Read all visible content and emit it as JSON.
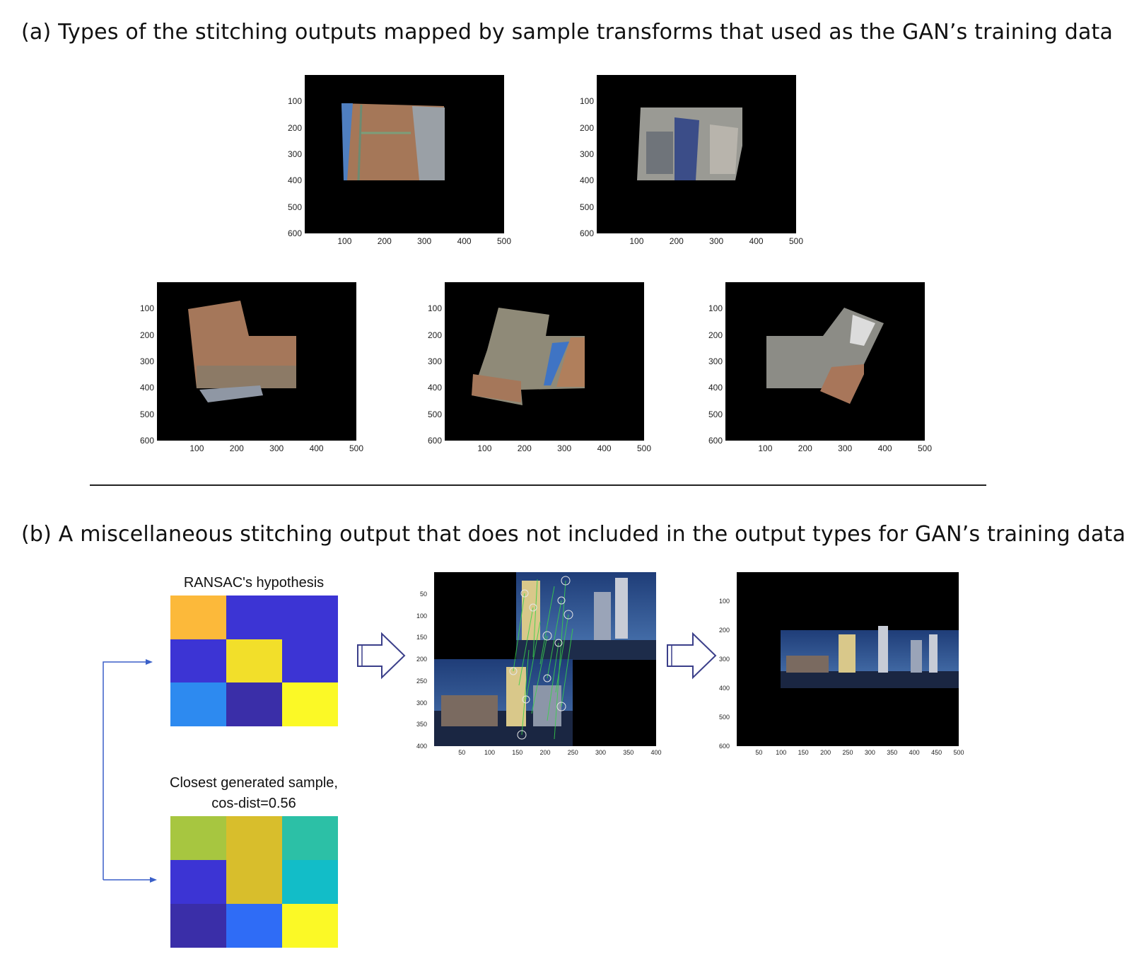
{
  "captions": {
    "a": "(a) Types of the stitching outputs mapped by sample transforms that used as the GAN’s training data",
    "b": "(b) A miscellaneous stitching output that does not included in the output types for GAN’s training data"
  },
  "panel_a_plots": {
    "y_ticks": [
      "100",
      "200",
      "300",
      "400",
      "500",
      "600"
    ],
    "x_ticks": [
      "100",
      "200",
      "300",
      "400",
      "500"
    ]
  },
  "panel_b": {
    "ransac": {
      "title": "RANSAC's hypothesis",
      "cells": [
        "#fcb93a",
        "#3c34d4",
        "#3c34d4",
        "#3c34d4",
        "#f2df2a",
        "#3c34d4",
        "#2d8af0",
        "#3a2ea8",
        "#fbf926"
      ]
    },
    "closest": {
      "title_line1": "Closest generated sample,",
      "title_line2": "cos-dist=0.56",
      "cells": [
        "#a7c640",
        "#d8be2c",
        "#2cc0a6",
        "#3c34d4",
        "#d8be2c",
        "#12bdc8",
        "#3a2ea8",
        "#2f6cf6",
        "#fbf926"
      ]
    },
    "match_plot": {
      "y_ticks": [
        "50",
        "100",
        "150",
        "200",
        "250",
        "300",
        "350",
        "400"
      ],
      "x_ticks": [
        "50",
        "100",
        "150",
        "200",
        "250",
        "300",
        "350",
        "400"
      ]
    },
    "result_plot": {
      "y_ticks": [
        "100",
        "200",
        "300",
        "400",
        "500",
        "600"
      ],
      "x_ticks": [
        "50",
        "100",
        "150",
        "200",
        "250",
        "300",
        "350",
        "400",
        "450",
        "500"
      ]
    }
  }
}
